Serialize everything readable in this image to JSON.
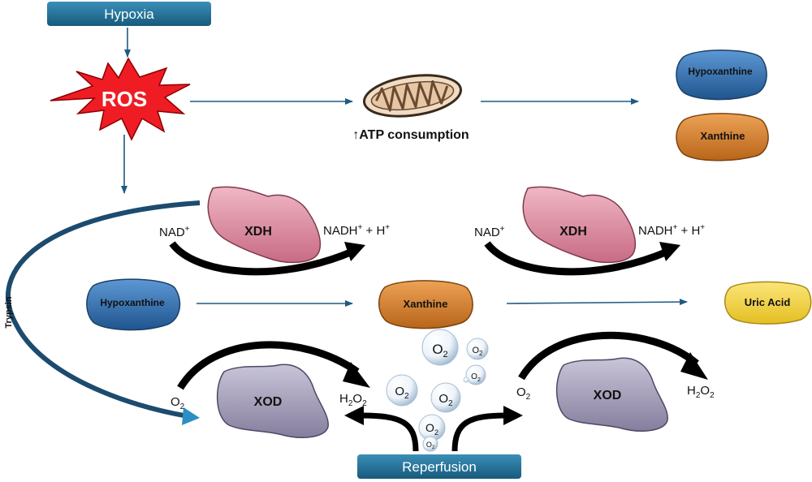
{
  "banners": {
    "hypoxia": "Hypoxia",
    "reperfusion": "Reperfusion"
  },
  "ros": "ROS",
  "atp": {
    "label": "ATP consumption",
    "arrow_glyph": "↑"
  },
  "molecules": {
    "hypoxanthine": "Hypoxanthine",
    "xanthine": "Xanthine",
    "uric_acid": "Uric Acid"
  },
  "enzymes": {
    "xdh": "XDH",
    "xod": "XOD"
  },
  "cofactors": {
    "nad": "NAD",
    "nad_sup": "+",
    "nadh": "NADH",
    "nadh_sup": "+",
    "plus_h": " + H",
    "h_sup": "+"
  },
  "oxygen": {
    "symbol": "O",
    "sub": "2"
  },
  "peroxide": {
    "h": "H",
    "h_sub": "2",
    "o": "O",
    "o_sub": "2"
  },
  "trypsin": "Trypsin",
  "colors": {
    "banner": "#1e6f94",
    "arrow": "#1f5a82",
    "ros_fill": "#ef1c24",
    "xdh": "#d9879c",
    "xod": "#9e98b3",
    "hypoxanthine": "#2f6db0",
    "xanthine": "#d27d20",
    "uric_acid": "#f2d43a"
  }
}
